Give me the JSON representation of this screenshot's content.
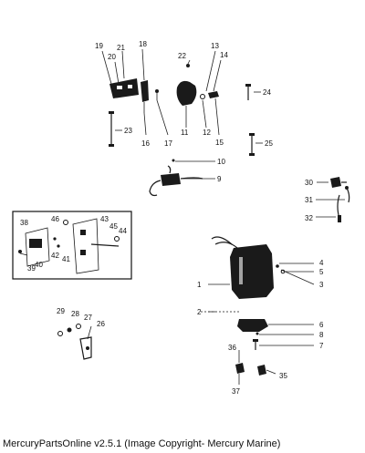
{
  "footer": {
    "text": "MercuryPartsOnline v2.5.1 (Image Copyright- Mercury Marine)"
  },
  "callouts": {
    "c1": "1",
    "c2": "2",
    "c3": "3",
    "c4": "4",
    "c5": "5",
    "c6": "6",
    "c7": "7",
    "c8": "8",
    "c9": "9",
    "c10": "10",
    "c11": "11",
    "c12": "12",
    "c13": "13",
    "c14": "14",
    "c15": "15",
    "c16": "16",
    "c17": "17",
    "c18": "18",
    "c19": "19",
    "c20": "20",
    "c21": "21",
    "c22": "22",
    "c23": "23",
    "c24": "24",
    "c25": "25",
    "c26": "26",
    "c27": "27",
    "c28": "28",
    "c29": "29",
    "c30": "30",
    "c31": "31",
    "c32": "32",
    "c35": "35",
    "c36": "36",
    "c37": "37",
    "c38": "38",
    "c39": "39",
    "c40": "40",
    "c41": "41",
    "c42": "42",
    "c43": "43",
    "c44": "44",
    "c45": "45",
    "c46": "46"
  }
}
